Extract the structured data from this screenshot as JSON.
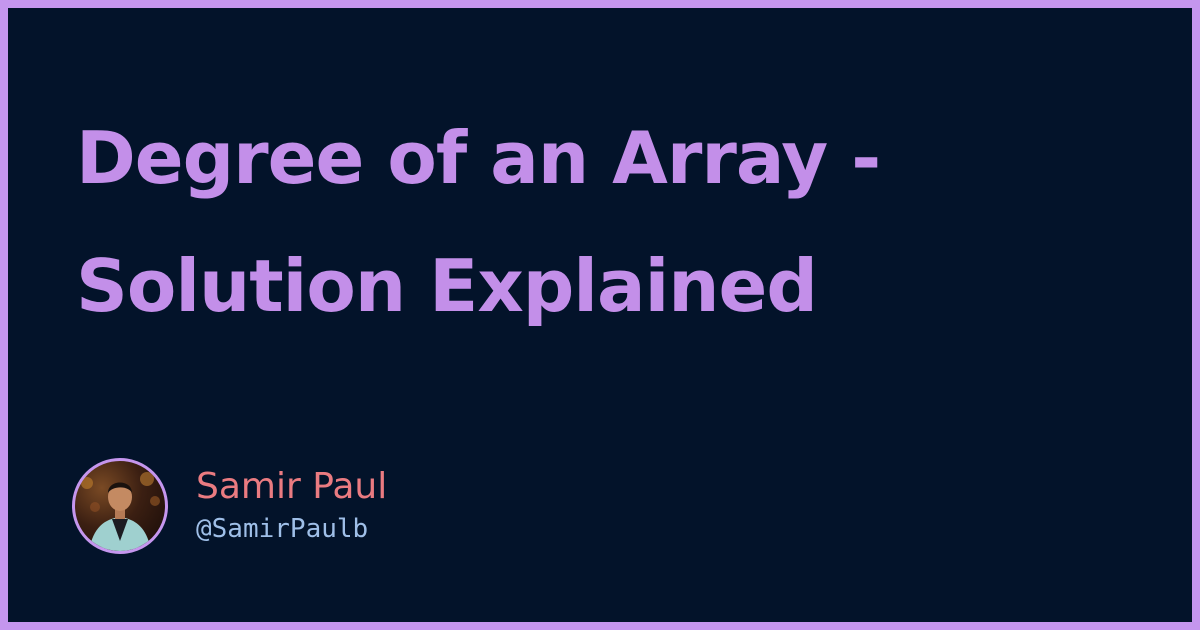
{
  "title": "Degree of an Array -\nSolution Explained",
  "author": {
    "name": "Samir Paul",
    "handle": "@SamirPaulb"
  },
  "colors": {
    "border": "#c596ee",
    "background": "#03132a",
    "title": "#c38fe9",
    "author_name": "#ea7b81",
    "author_handle": "#9fbfe8"
  }
}
